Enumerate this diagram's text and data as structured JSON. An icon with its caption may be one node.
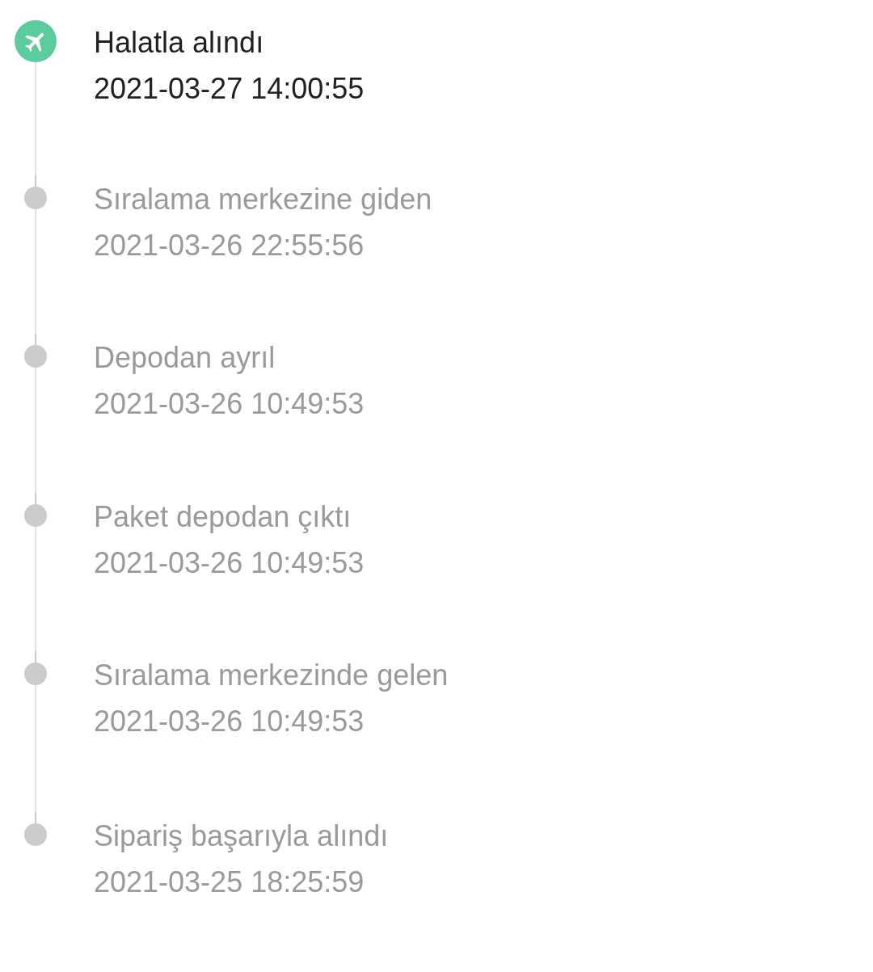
{
  "diagram": {
    "nodes": [
      {
        "text": [],
        "shape": "circle",
        "beside": [
          "Halatla alındı",
          "2021-03-27 14:00:55"
        ]
      },
      {
        "text": [],
        "shape": "circle",
        "beside": [
          "Sıralama merkezine giden",
          "2021-03-26 22:55:56"
        ]
      },
      {
        "text": [],
        "shape": "circle",
        "beside": [
          "Depodan ayrıl",
          "2021-03-26 10:49:53"
        ]
      },
      {
        "text": [],
        "shape": "circle",
        "beside": [
          "Paket depodan çıktı",
          "2021-03-26 10:49:53"
        ]
      },
      {
        "text": [],
        "shape": "circle",
        "beside": [
          "Sıralama merkezinde gelen",
          "2021-03-26 10:49:53"
        ]
      },
      {
        "text": [],
        "shape": "circle",
        "beside": [
          "Sipariş başarıyla alındı",
          "2021-03-25 18:25:59"
        ]
      }
    ],
    "edges": [
      {
        "from": 0,
        "to": 1,
        "arrow": "none"
      },
      {
        "from": 1,
        "to": 2,
        "arrow": "none"
      },
      {
        "from": 2,
        "to": 3,
        "arrow": "none"
      },
      {
        "from": 3,
        "to": 4,
        "arrow": "none"
      },
      {
        "from": 4,
        "to": 5,
        "arrow": "none"
      }
    ]
  }
}
